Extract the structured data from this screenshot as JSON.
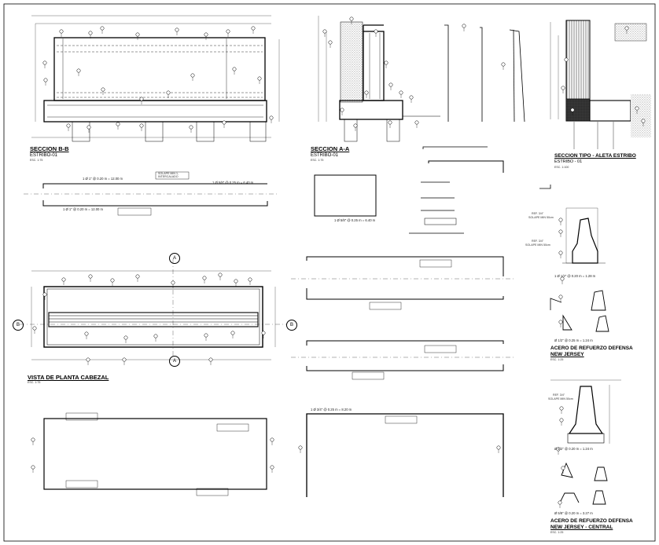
{
  "sheet": {
    "titles": {
      "seccion_bb": "SECCION B-B",
      "estribo_bb": "ESTRIBO-01",
      "seccion_aa": "SECCION A-A",
      "estribo_aa": "ESTRIBO-01",
      "seccion_tipo": "SECCION TIPO - ALETA ESTRIBO",
      "estribo_tipo": "ESTRIBO - 01",
      "vista_planta": "VISTA DE PLANTA CABEZAL",
      "nj_title": "ACERO DE REFUERZO DEFENSA",
      "nj_sub": "NEW JERSEY",
      "njc_title": "ACERO DE REFUERZO DEFENSA",
      "njc_sub": "NEW JERSEY - CENTRAL"
    },
    "scales": {
      "s1": "ESC. 1:75",
      "s2": "ESC. 1:75",
      "s3": "ESC. 1:100",
      "s4": "ESC. 1:75",
      "s5": "ESC. 1:25",
      "s6": "ESC. 1:25"
    },
    "notes": {
      "traslape_a": "SOLAPE MIN 1,",
      "traslape_b": "INTERCALADO",
      "ref_a": "REF. 3/4\"",
      "ref_b": "SOLAPE MIN 50cm",
      "ref_c": "REF. 3/4\"",
      "ref_d": "SOLAPE MIN 50cm",
      "ref_e": "REF. 3/4\"",
      "ref_f": "SOLAPE MIN 50cm"
    },
    "markers": {
      "a_top": "A",
      "a_bottom": "A",
      "b_left": "B",
      "b_right": "B"
    },
    "bar_labels": [
      "1 Ø 1\" @ 0.20 m = 12.00 m",
      "1 Ø 5/8\" @ 0.25 m = 6.40 m",
      "1 Ø 1\" @ 0.20 m = 12.00 m",
      "1 Ø 5/8\" @ 0.25 m = 6.40 m",
      "1 Ø 3/4\" @ 0.25 m = 8.20 m",
      "1 Ø 1/2\" @ 0.20 m = 1.28 m",
      "Ø 1/2\" @ 0.25 m = 1.24 m",
      "Ø 1/2\" @ 0.20 m = 1.24 m",
      "Ø 5/8\" @ 0.20 m = 3.27 m"
    ]
  }
}
